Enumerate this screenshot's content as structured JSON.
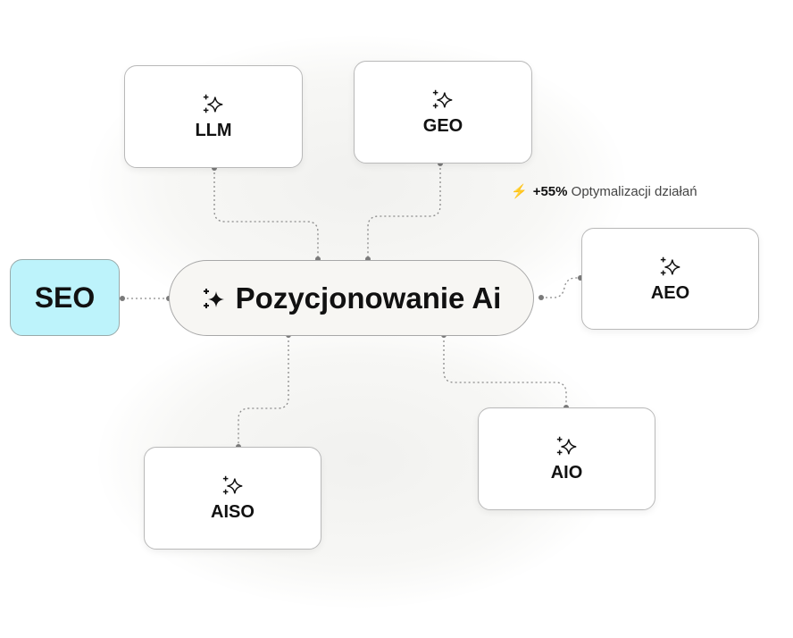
{
  "center": {
    "label": "Pozycjonowanie Ai",
    "icon": "sparkles-icon"
  },
  "seo": {
    "label": "SEO"
  },
  "nodes": [
    {
      "label": "LLM"
    },
    {
      "label": "GEO"
    },
    {
      "label": "AEO"
    },
    {
      "label": "AIO"
    },
    {
      "label": "AISO"
    }
  ],
  "stat": {
    "icon": "lightning-icon",
    "value": "+55%",
    "text": "Optymalizacji działań"
  },
  "colors": {
    "seo_bg": "#bdf3fb",
    "connector": "#8a8a8a",
    "bolt": "#f5b400"
  }
}
